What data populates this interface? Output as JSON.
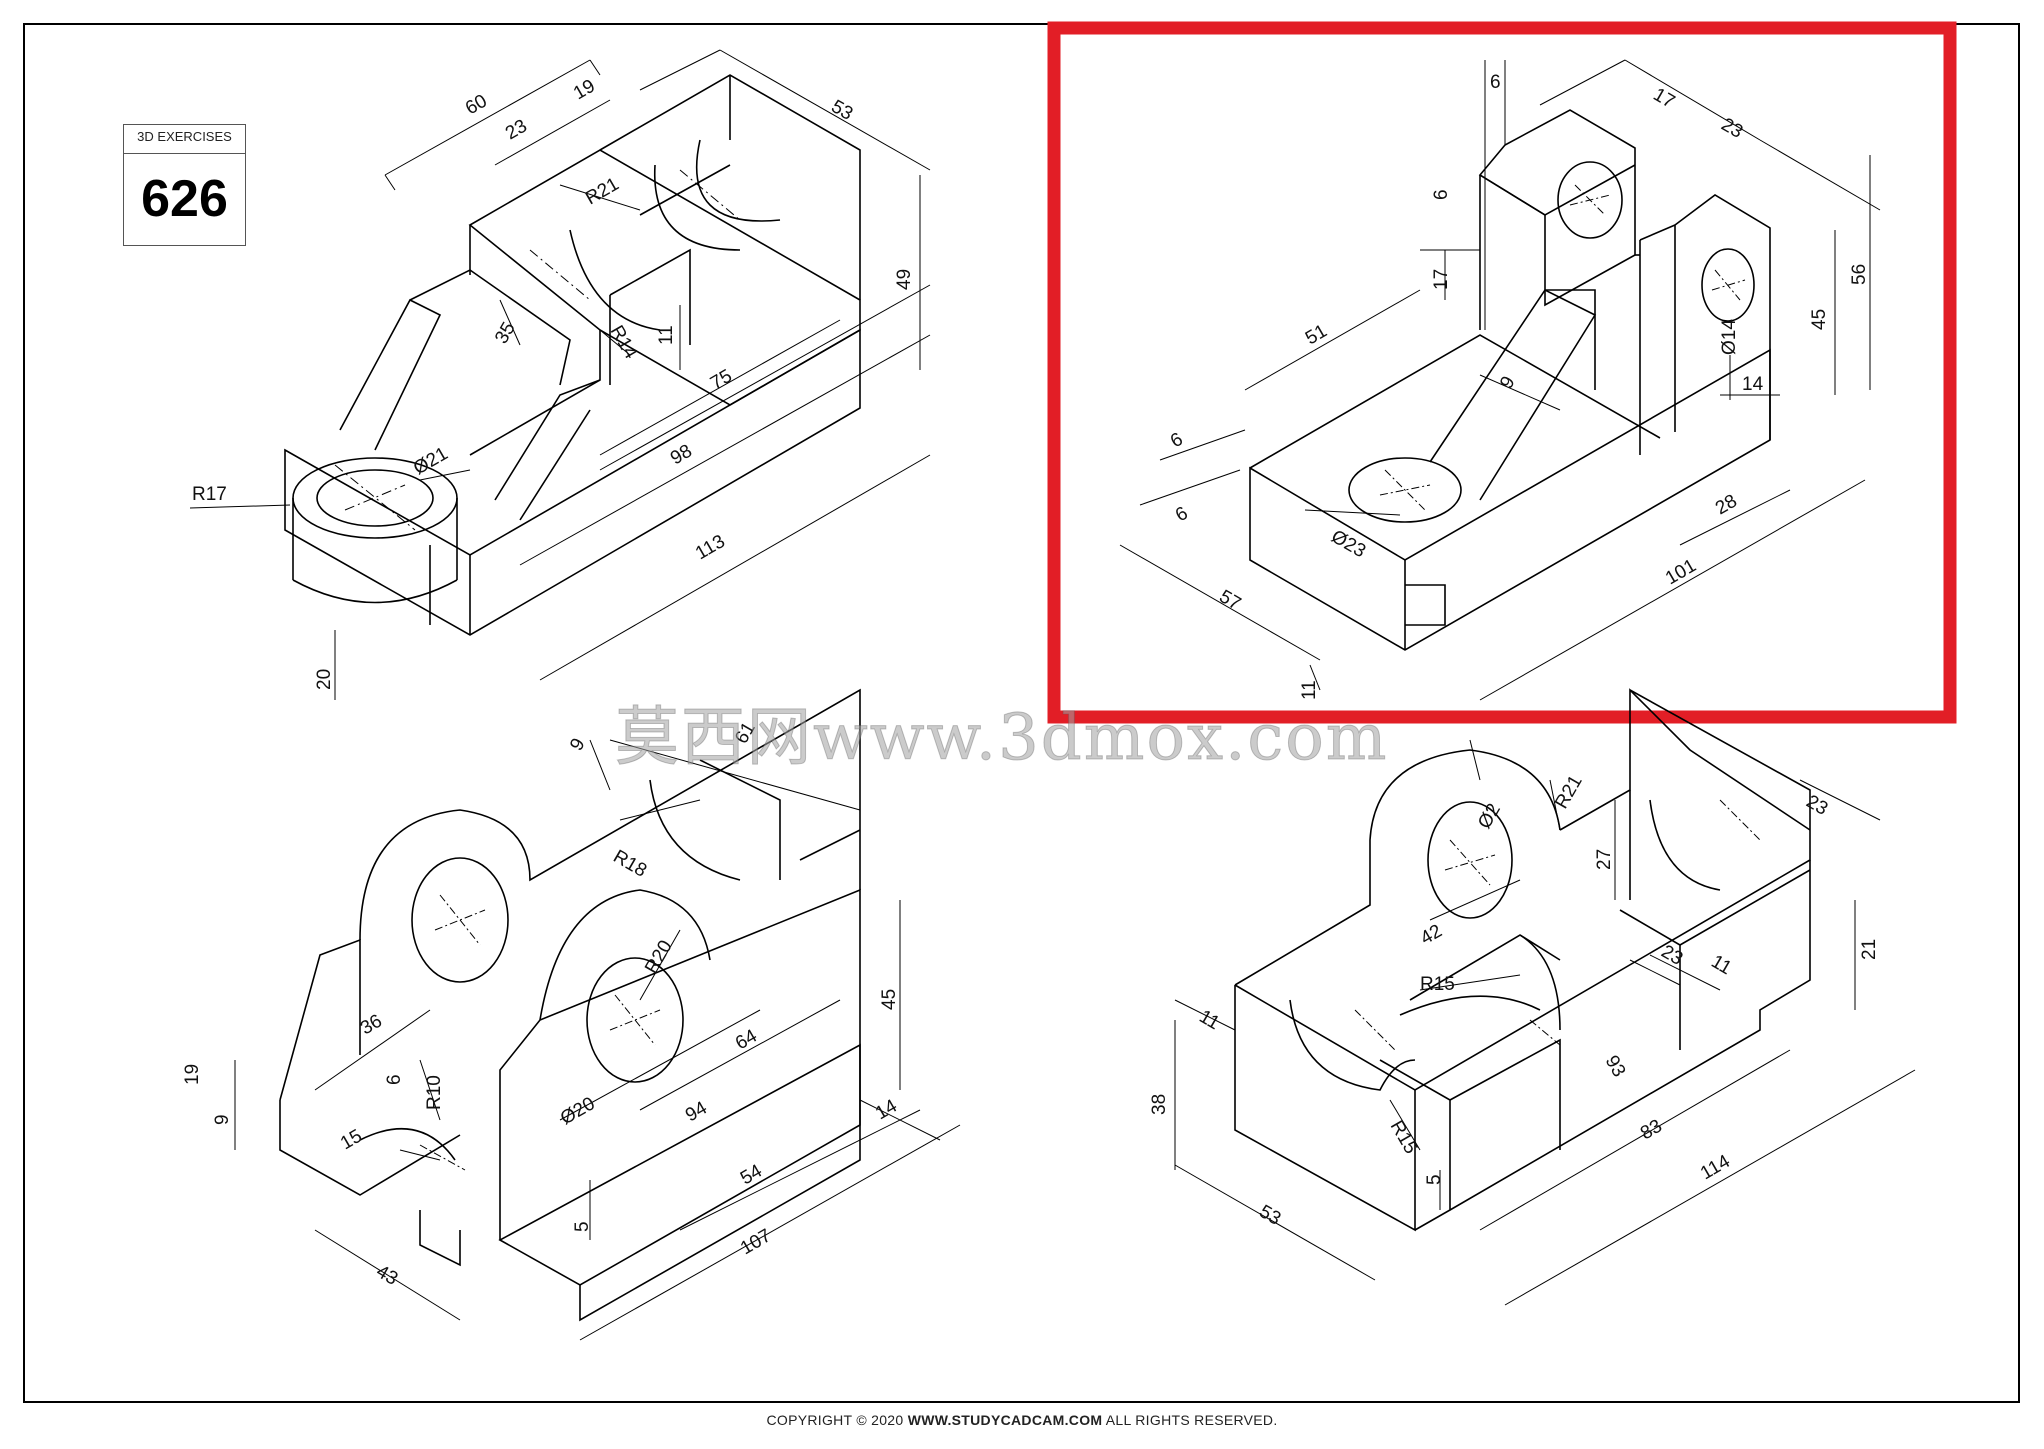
{
  "badge": {
    "label": "3D EXERCISES",
    "number": "626"
  },
  "watermark": {
    "text": "莫西网www.3dmox.com"
  },
  "copyright": {
    "prefix": "COPYRIGHT © 2020",
    "site": "WWW.STUDYCADCAM.COM",
    "suffix": "ALL RIGHTS RESERVED."
  },
  "highlight_color": "#e21e26",
  "drawings": {
    "top_left": {
      "dims": [
        "60",
        "19",
        "53",
        "23",
        "R21",
        "49",
        "35",
        "R14",
        "11",
        "75",
        "Ø21",
        "98",
        "R17",
        "113",
        "20"
      ]
    },
    "top_right": {
      "dims": [
        "6",
        "17",
        "23",
        "6",
        "17",
        "56",
        "45",
        "Ø14",
        "14",
        "51",
        "6",
        "6",
        "9",
        "Ø23",
        "28",
        "57",
        "101",
        "11"
      ]
    },
    "bottom_left": {
      "dims": [
        "9",
        "61",
        "R18",
        "45",
        "R20",
        "36",
        "19",
        "9",
        "6",
        "R10",
        "64",
        "Ø20",
        "94",
        "14",
        "15",
        "54",
        "5",
        "107",
        "43"
      ]
    },
    "bottom_right": {
      "dims": [
        "Ø2",
        "R21",
        "23",
        "27",
        "42",
        "23",
        "21",
        "11",
        "R15",
        "11",
        "93",
        "38",
        "R15",
        "83",
        "5",
        "114",
        "53"
      ]
    }
  }
}
